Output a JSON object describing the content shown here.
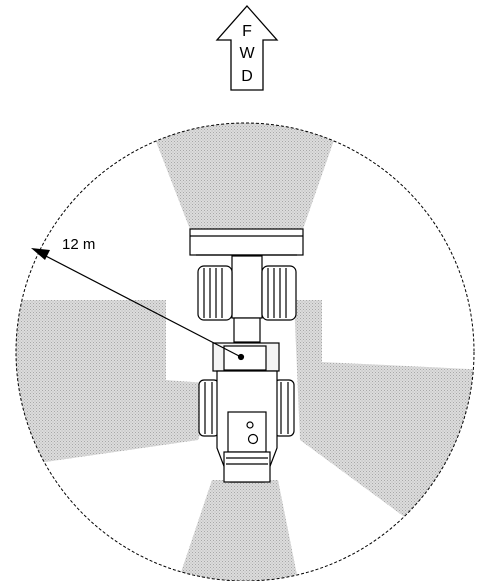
{
  "fwd_arrow": {
    "letters": [
      "F",
      "W",
      "D"
    ]
  },
  "radius_label": "12 m",
  "colors": {
    "outline": "#000000",
    "shade": "#cfcfcf",
    "machine_fill": "#ffffff",
    "background": "#ffffff"
  }
}
